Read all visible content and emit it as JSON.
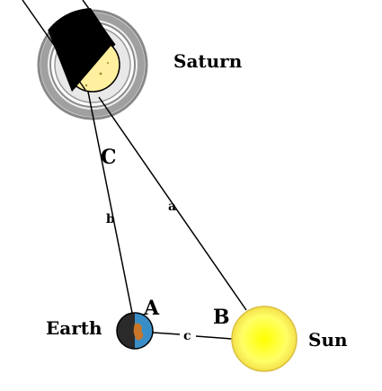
{
  "bodies": {
    "saturn": {
      "label": "Saturn"
    },
    "earth": {
      "label": "Earth"
    },
    "sun": {
      "label": "Sun"
    }
  },
  "angles": {
    "earth_angle": "A",
    "sun_angle": "B",
    "saturn_angle": "C"
  },
  "sides": {
    "saturn_sun": "a",
    "saturn_earth": "b",
    "earth_sun": "c"
  },
  "colors": {
    "sun_core": "#ffff44",
    "sun_edge": "#e8d040",
    "saturn_lit": "#fff0a0",
    "saturn_dark": "#000000",
    "ring_outer": "#a8a8a8",
    "ring_inner": "#d0d0d0",
    "earth_ocean": "#3a8ec8",
    "earth_land": "#c8762a",
    "earth_dark": "#2a2a2a",
    "line": "#000000"
  }
}
